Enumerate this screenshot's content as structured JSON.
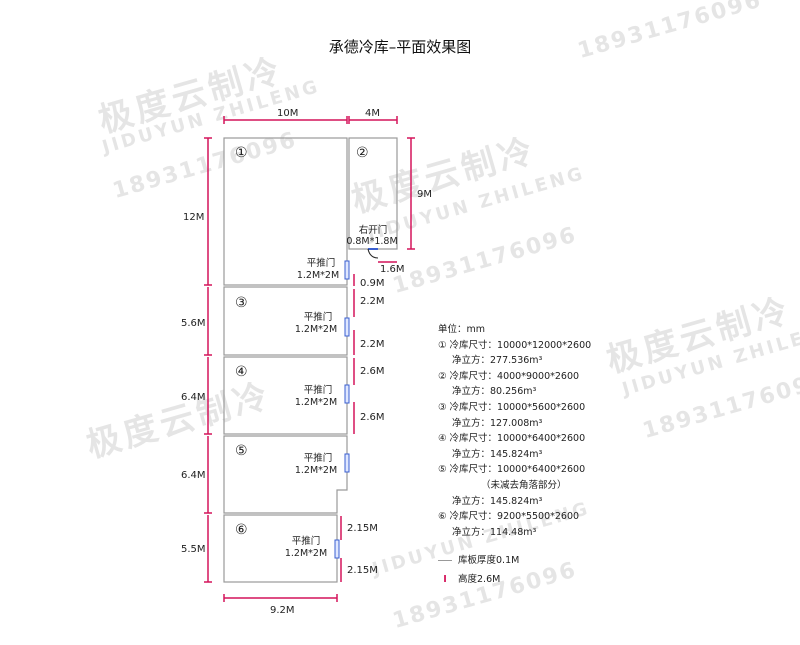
{
  "title": "承德冷库–平面效果图",
  "watermark": {
    "brand_cn": "极度云制冷",
    "brand_en": "JIDUYUN ZHILENG",
    "logo_text": "JIDUYUN",
    "phone": "18931176096"
  },
  "rooms": [
    {
      "id": "①",
      "door": ""
    },
    {
      "id": "②",
      "door": "右开门",
      "door_size": "0.8M*1.8M"
    },
    {
      "id": "③",
      "door": "平推门",
      "door_size": "1.2M*2M"
    },
    {
      "id": "④",
      "door": "平推门",
      "door_size": "1.2M*2M"
    },
    {
      "id": "⑤",
      "door": "平推门",
      "door_size": "1.2M*2M"
    },
    {
      "id": "⑥",
      "door": "平推门",
      "door_size": "1.2M*2M"
    }
  ],
  "room1_door": {
    "label": "平推门",
    "size": "1.2M*2M"
  },
  "dimensions": {
    "top_left": "10M",
    "top_right": "4M",
    "room2_h": "9M",
    "room2_offset": "1.6M",
    "left_1": "12M",
    "left_3": "5.6M",
    "left_4": "6.4M",
    "left_5": "6.4M",
    "left_6": "5.5M",
    "right_09": "0.9M",
    "right_3a": "2.2M",
    "right_3b": "2.2M",
    "right_4a": "2.6M",
    "right_4b": "2.6M",
    "right_6a": "2.15M",
    "right_6b": "2.15M",
    "bottom": "9.2M"
  },
  "legend": {
    "unit": "单位：mm",
    "items": [
      {
        "size": "① 冷库尺寸：10000*12000*2600",
        "volume": "净立方：277.536m³"
      },
      {
        "size": "② 冷库尺寸：4000*9000*2600",
        "volume": "净立方：80.256m³"
      },
      {
        "size": "③ 冷库尺寸：10000*5600*2600",
        "volume": "净立方：127.008m³"
      },
      {
        "size": "④ 冷库尺寸：10000*6400*2600",
        "volume": "净立方：145.824m³"
      },
      {
        "size": "⑤ 冷库尺寸：10000*6400*2600",
        "note": "（未减去角落部分）",
        "volume": "净立方：145.824m³"
      },
      {
        "size": "⑥ 冷库尺寸：9200*5500*2600",
        "volume": "净立方：114.48m³"
      }
    ],
    "key_wall": "库板厚度0.1M",
    "key_height": "高度2.6M"
  },
  "colors": {
    "dimension": "#d4145a",
    "wall": "#9a9a9a",
    "door": "#3a5fd0"
  }
}
